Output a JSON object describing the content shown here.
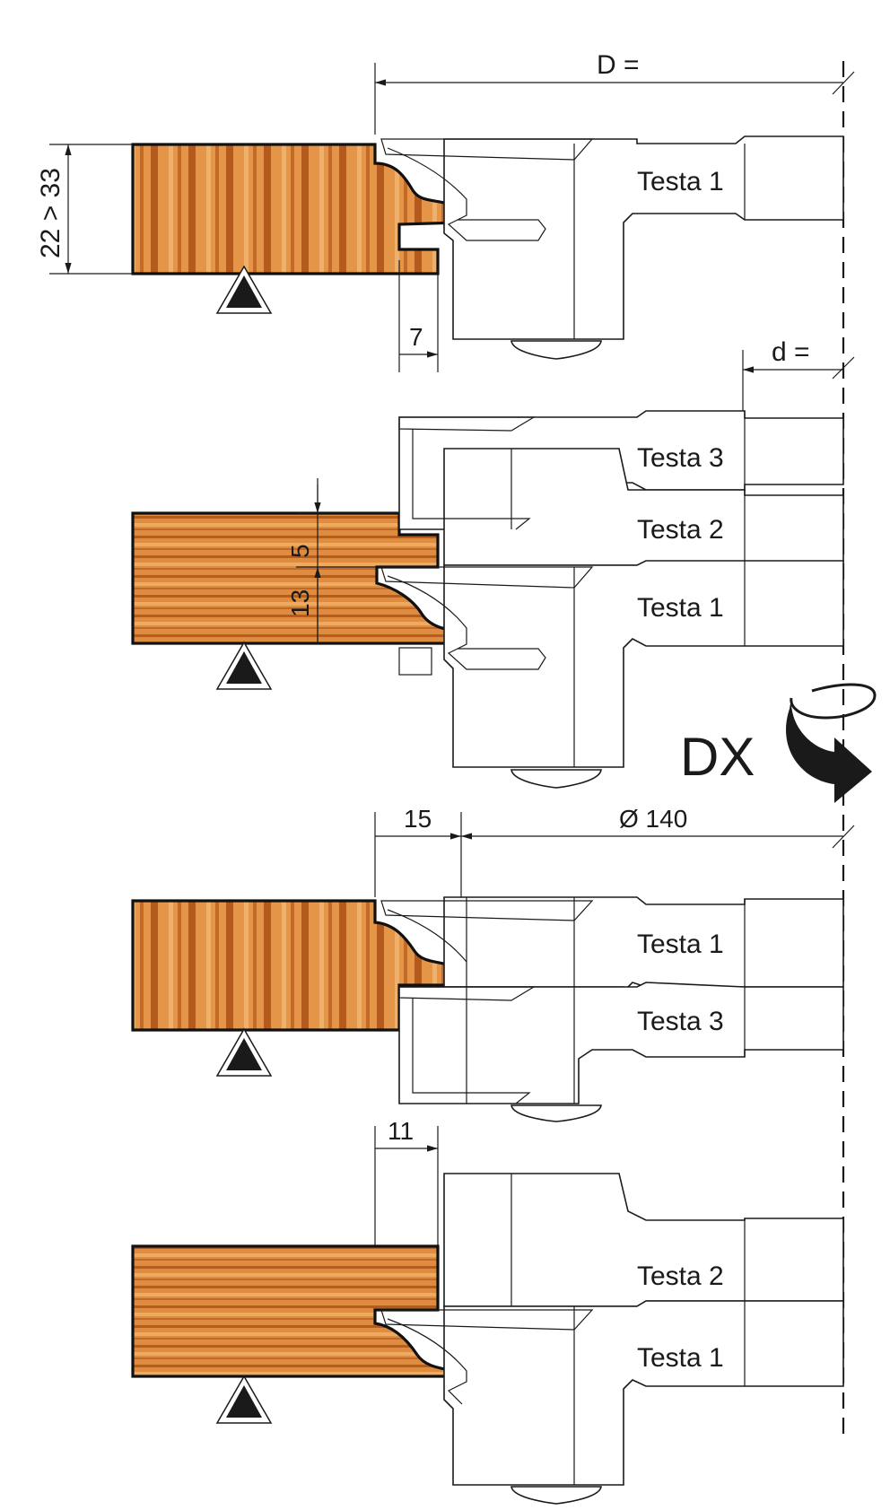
{
  "labels": {
    "D": "D =",
    "d": "d =",
    "thickness_range": "22 > 33",
    "dim_7": "7",
    "dim_5": "5",
    "dim_13": "13",
    "dim_15": "15",
    "diameter": "Ø 140",
    "dim_11": "11",
    "rotation": "DX"
  },
  "heads": {
    "set1": [
      "Testa 1"
    ],
    "set2": [
      "Testa 3",
      "Testa 2",
      "Testa 1"
    ],
    "set3": [
      "Testa 1",
      "Testa 3"
    ],
    "set4": [
      "Testa 2",
      "Testa 1"
    ]
  },
  "icons": {
    "support": "support-triangle-icon",
    "rotation": "rotation-arrow-icon"
  },
  "colors": {
    "wood_light": "#e79a4e",
    "wood_dark": "#b45a1c",
    "line": "#1a1a1a"
  }
}
